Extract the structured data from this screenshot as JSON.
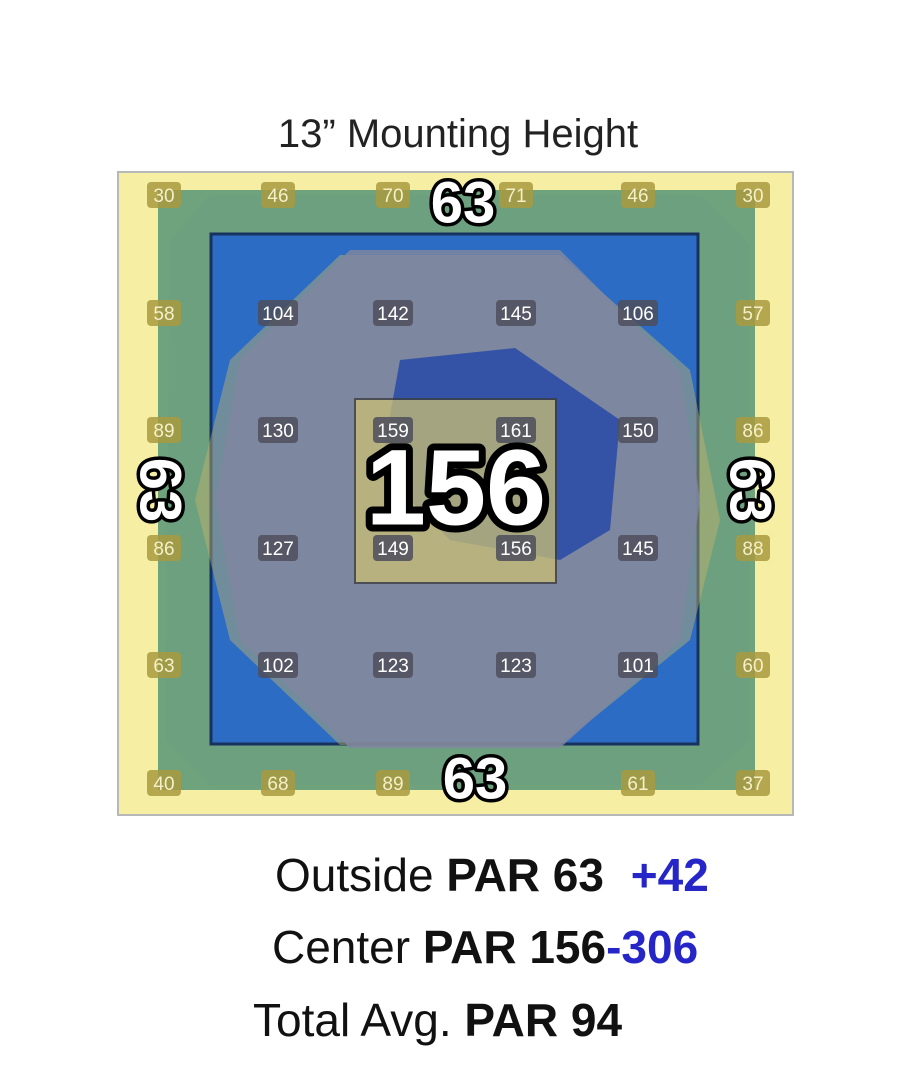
{
  "title": "13” Mounting Height",
  "grid": {
    "rows": [
      [
        "30",
        "46",
        "70",
        "71",
        "46",
        "30"
      ],
      [
        "58",
        "104",
        "142",
        "145",
        "106",
        "57"
      ],
      [
        "89",
        "130",
        "159",
        "161",
        "150",
        "86"
      ],
      [
        "86",
        "127",
        "149",
        "156",
        "145",
        "88"
      ],
      [
        "63",
        "102",
        "123",
        "123",
        "101",
        "60"
      ],
      [
        "40",
        "68",
        "89",
        "",
        "61",
        "37"
      ]
    ]
  },
  "overlays": {
    "top": "63",
    "bottom": "63",
    "left": "63",
    "right": "63",
    "center": "156"
  },
  "summary": {
    "outside": {
      "label": "Outside",
      "par": "PAR 63",
      "delta": "+42"
    },
    "center": {
      "label": "Center",
      "par": "PAR 156",
      "delta": "-306"
    },
    "total": {
      "label": "Total Avg.",
      "par": "PAR 94"
    }
  },
  "colors": {
    "outer_yellow": "#f6eea2",
    "green_band": "#5f9a7a",
    "blue_zone": "#2d6cc4",
    "grey_zone": "#7f86a0",
    "center_yellow": "#c9bf74",
    "delta_blue": "#2626c8"
  }
}
